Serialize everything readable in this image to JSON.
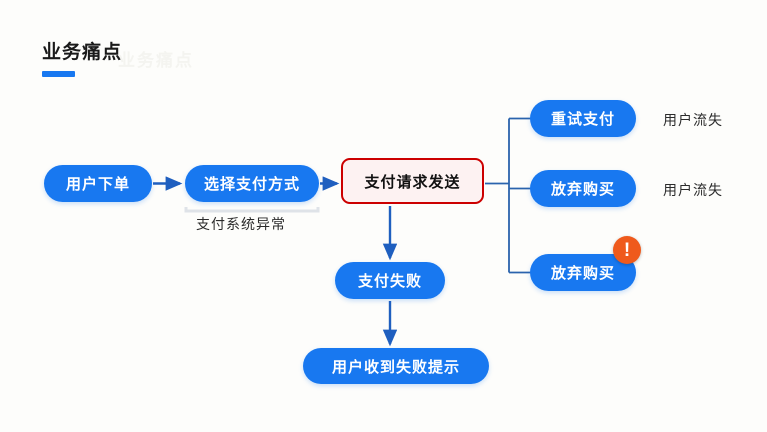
{
  "page": {
    "title": "业务痛点",
    "watermark": "业务痛点",
    "accent_color": "#1878f0",
    "alert_color": "#cc0000",
    "badge_color": "#ef5a1c",
    "background": "#fdfdfb"
  },
  "flow": {
    "nodes": {
      "order": "用户下单",
      "select_payment": "选择支付方式",
      "payment_request": "支付请求发送",
      "retry_payment": "重试支付",
      "abandon_purchase_1": "放弃购买",
      "abandon_purchase_2": "放弃购买",
      "payment_failed": "支付失败",
      "user_notified": "用户收到失败提示"
    },
    "annotations": {
      "bracket_label": "支付系统异常",
      "side_label_1": "用户流失",
      "side_label_2": "用户流失"
    },
    "badge": {
      "glyph": "!",
      "name": "warning-badge"
    }
  }
}
